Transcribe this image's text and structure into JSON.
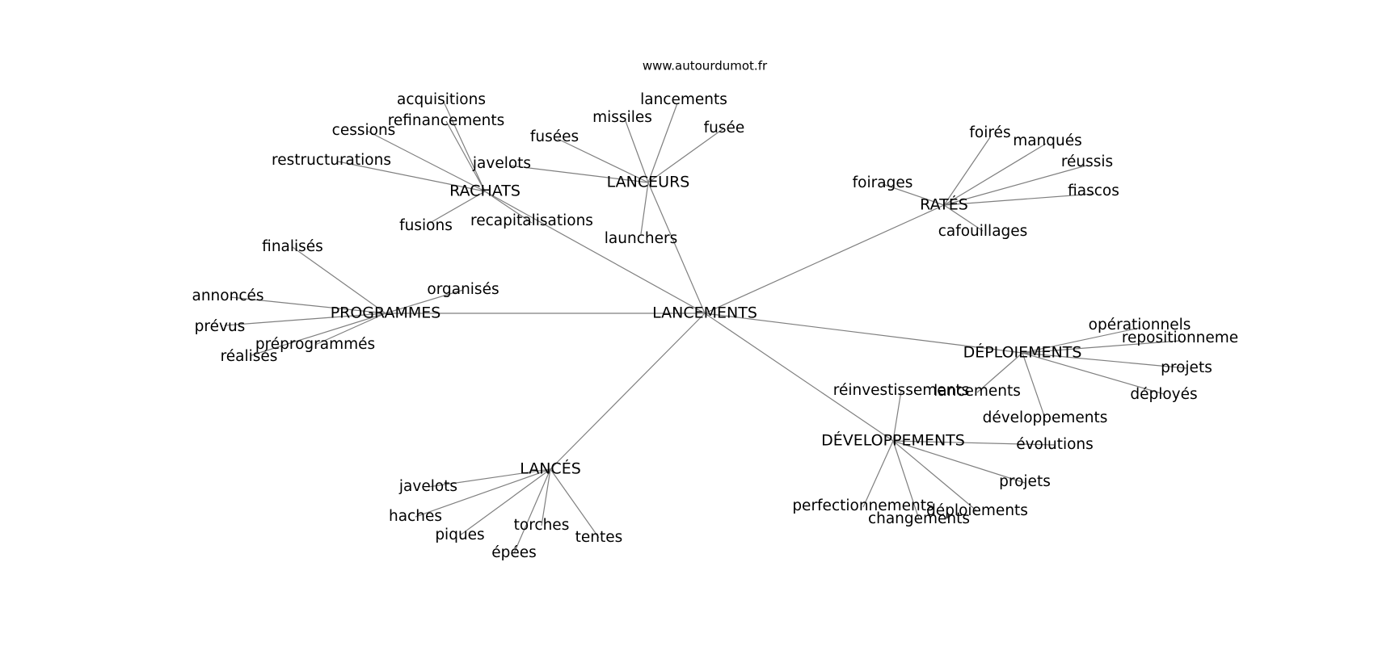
{
  "source": "www.autourdumot.fr",
  "center": "LANCEMENTS",
  "clusters": [
    {
      "id": "lanceurs",
      "label": "LANCEURS",
      "words": [
        "lancements",
        "missiles",
        "fusées",
        "fusée",
        "javelots",
        "launchers"
      ]
    },
    {
      "id": "rachats",
      "label": "RACHATS",
      "words": [
        "acquisitions",
        "refinancements",
        "cessions",
        "restructurations",
        "fusions",
        "recapitalisations"
      ]
    },
    {
      "id": "rates",
      "label": "RATÉS",
      "words": [
        "foirés",
        "manqués",
        "réussis",
        "fiascos",
        "foirages",
        "cafouillages"
      ]
    },
    {
      "id": "programmes",
      "label": "PROGRAMMES",
      "words": [
        "finalisés",
        "organisés",
        "annoncés",
        "prévus",
        "préprogrammés",
        "réalisés"
      ]
    },
    {
      "id": "deploiements",
      "label": "DÉPLOIEMENTS",
      "words": [
        "opérationnels",
        "repositionneme",
        "projets",
        "déployés",
        "lancements",
        "développements"
      ]
    },
    {
      "id": "developpements",
      "label": "DÉVELOPPEMENTS",
      "words": [
        "réinvestissements",
        "évolutions",
        "projets",
        "perfectionnements",
        "changements",
        "déploiements"
      ]
    },
    {
      "id": "lances",
      "label": "LANCÉS",
      "words": [
        "javelots",
        "haches",
        "piques",
        "torches",
        "épées",
        "tentes"
      ]
    }
  ]
}
